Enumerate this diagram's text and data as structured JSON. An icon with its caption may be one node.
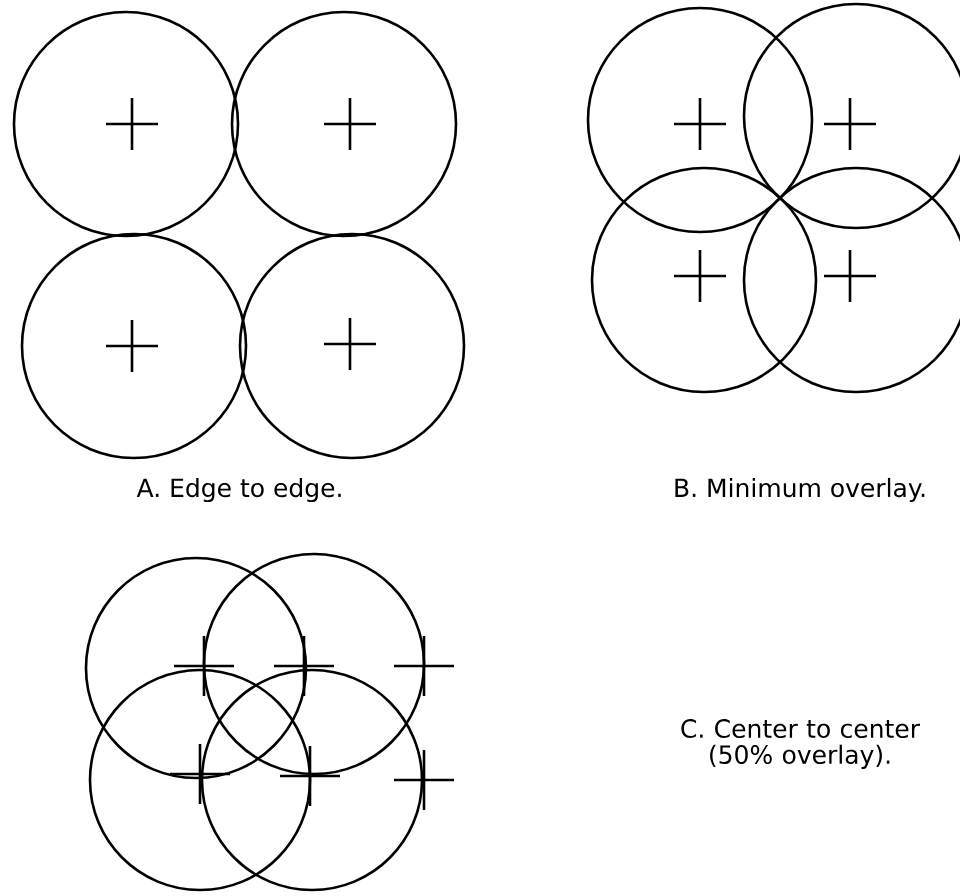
{
  "diagram": {
    "labels": [
      "A. Edge to edge.",
      "B. Minimum overlay.",
      "C. Center to center (50% overlay)."
    ]
  }
}
